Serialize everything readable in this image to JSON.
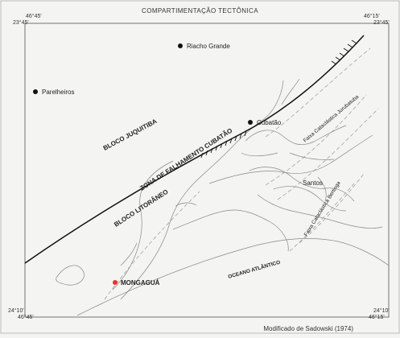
{
  "title": "COMPARTIMENTAÇÃO TECTÔNICA",
  "credit": "Modificado de Sadowski (1974)",
  "corners": {
    "top_left_lon": "46°45'",
    "top_left_lat": "23°45'",
    "top_right_lon": "46°15'",
    "top_right_lat": "23°45'",
    "bottom_left_lat": "24°10'",
    "bottom_left_lon": "46°45'",
    "bottom_right_lat": "24°10'",
    "bottom_right_lon": "46°15'"
  },
  "places": {
    "riacho_grande": "Riacho Grande",
    "parelheiros": "Parelheiros",
    "cubatao": "Cubatão",
    "santos": "Santos",
    "mongagua": "MONGAGUÁ"
  },
  "zones": {
    "bloco_juquitiba": "BLOCO JUQUITIBA",
    "zona_falhamento": "ZONA DE FALHAMENTO CUBATÃO",
    "bloco_litoraneo": "BLOCO LITORÂNEO",
    "oceano": "OCEANO ATLÂNTICO",
    "faixa_jurubatuba": "Faixa Cataclástica Jurubatuba",
    "faixa_bertioga": "Faixa Cataclástica Bertioga"
  },
  "colors": {
    "highlight_point": "#e8322b",
    "point": "#111111",
    "fault_line": "#111111",
    "coast_line": "#777777"
  }
}
